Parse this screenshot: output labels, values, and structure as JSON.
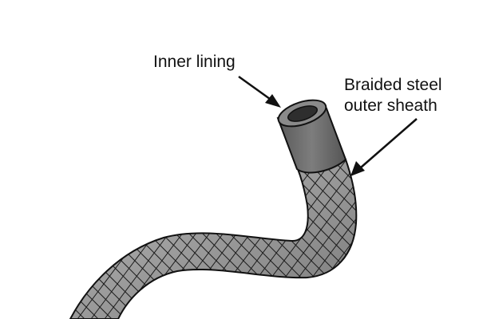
{
  "title": "",
  "labels": {
    "inner_lining": "Inner lining",
    "sheath_line1": "Braided steel",
    "sheath_line2": "outer sheath"
  },
  "colors": {
    "background": "#ffffff",
    "outline": "#111111",
    "braid_fill": "#9a9a9a",
    "braid_lines": "#1c1c1c",
    "inner_lining_fill": "#6f6f6f",
    "bore": "#2e2e2e"
  }
}
